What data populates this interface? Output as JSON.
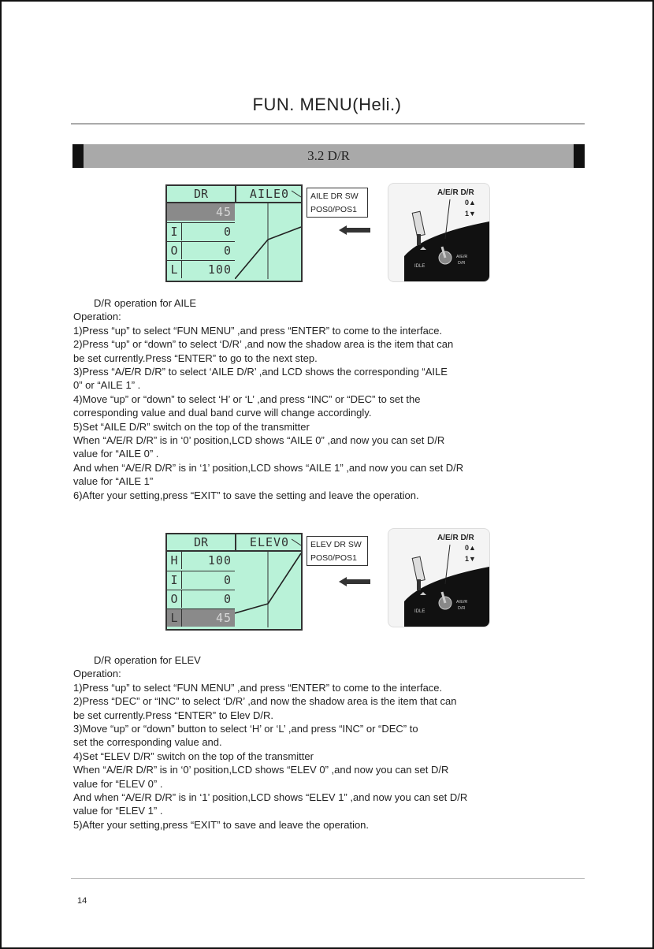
{
  "header": {
    "title": "FUN. MENU(Heli.)"
  },
  "section": {
    "title": "3.2   D/R"
  },
  "lcd1": {
    "left_header": "DR",
    "right_header": "AILE0",
    "rows": [
      {
        "label": "",
        "value": "45",
        "shaded": true
      },
      {
        "label": "I",
        "value": "0",
        "shaded": false
      },
      {
        "label": "O",
        "value": "0",
        "shaded": false
      },
      {
        "label": "L",
        "value": "100",
        "shaded": false
      }
    ],
    "callout_line1": "AILE DR SW",
    "callout_line2": "POS0/POS1"
  },
  "lcd2": {
    "left_header": "DR",
    "right_header": "ELEV0",
    "rows": [
      {
        "label": "H",
        "value": "100",
        "shaded": false
      },
      {
        "label": "I",
        "value": "0",
        "shaded": false
      },
      {
        "label": "O",
        "value": "0",
        "shaded": false
      },
      {
        "label": "L",
        "value": "45",
        "shaded": true
      }
    ],
    "callout_line1": "ELEV DR SW",
    "callout_line2": "POS0/POS1"
  },
  "photo": {
    "title": "A/E/R D/R",
    "pos0": "0▲",
    "pos1": "1▼",
    "btn_left": "IDLE",
    "btn_right": "A/E/R D/R"
  },
  "aile_text": [
    {
      "text": "D/R operation for AILE",
      "indent": true
    },
    {
      "text": "Operation:"
    },
    {
      "text": "1)Press “up” to select “FUN MENU” ,and press “ENTER” to come to the interface."
    },
    {
      "text": "2)Press “up” or “down” to select ‘D/R’ ,and now the shadow area is the item that can"
    },
    {
      "text": "be set currently.Press “ENTER” to go to the next step."
    },
    {
      "text": "3)Press “A/E/R D/R” to select ‘AILE D/R’ ,and LCD shows the corresponding “AILE"
    },
    {
      "text": "0” or “AILE 1” ."
    },
    {
      "text": "4)Move “up” or “down” to select ‘H’ or ‘L’ ,and press “INC” or “DEC” to set the"
    },
    {
      "text": "corresponding value and dual band curve will change accordingly."
    },
    {
      "text": "5)Set “AILE D/R” switch on the top of the transmitter"
    },
    {
      "text": "When “A/E/R D/R” is in ‘0’ position,LCD shows “AILE 0” ,and now you can set D/R"
    },
    {
      "text": "value for “AILE 0” ."
    },
    {
      "text": "And when “A/E/R D/R” is in ‘1’ position,LCD shows “AILE 1” ,and now you can set D/R"
    },
    {
      "text": "value for “AILE 1”"
    },
    {
      "text": "6)After your setting,press “EXIT” to save the setting and leave the operation."
    }
  ],
  "elev_text": [
    {
      "text": "D/R operation for ELEV",
      "indent": true
    },
    {
      "text": "Operation:"
    },
    {
      "text": "1)Press “up” to select “FUN MENU” ,and press “ENTER” to come to the interface."
    },
    {
      "text": "2)Press “DEC” or “INC” to select ‘D/R’ ,and now the shadow area is the item that can"
    },
    {
      "text": "be set currently.Press “ENTER” to Elev D/R."
    },
    {
      "text": "3)Move “up” or “down” button to select ‘H’ or ‘L’ ,and press “INC” or “DEC” to"
    },
    {
      "text": "set the corresponding value and."
    },
    {
      "text": "4)Set “ELEV D/R” switch on the top of the transmitter"
    },
    {
      "text": "When “A/E/R D/R” is in ‘0’ position,LCD shows “ELEV 0” ,and now you can set D/R"
    },
    {
      "text": "value for “ELEV 0” ."
    },
    {
      "text": "And when “A/E/R D/R” is in ‘1’ position,LCD shows “ELEV 1” ,and now you can set D/R"
    },
    {
      "text": "value for “ELEV 1” ."
    },
    {
      "text": "5)After your setting,press “EXIT” to save and leave the operation."
    }
  ],
  "footer": {
    "page_number": "14"
  }
}
